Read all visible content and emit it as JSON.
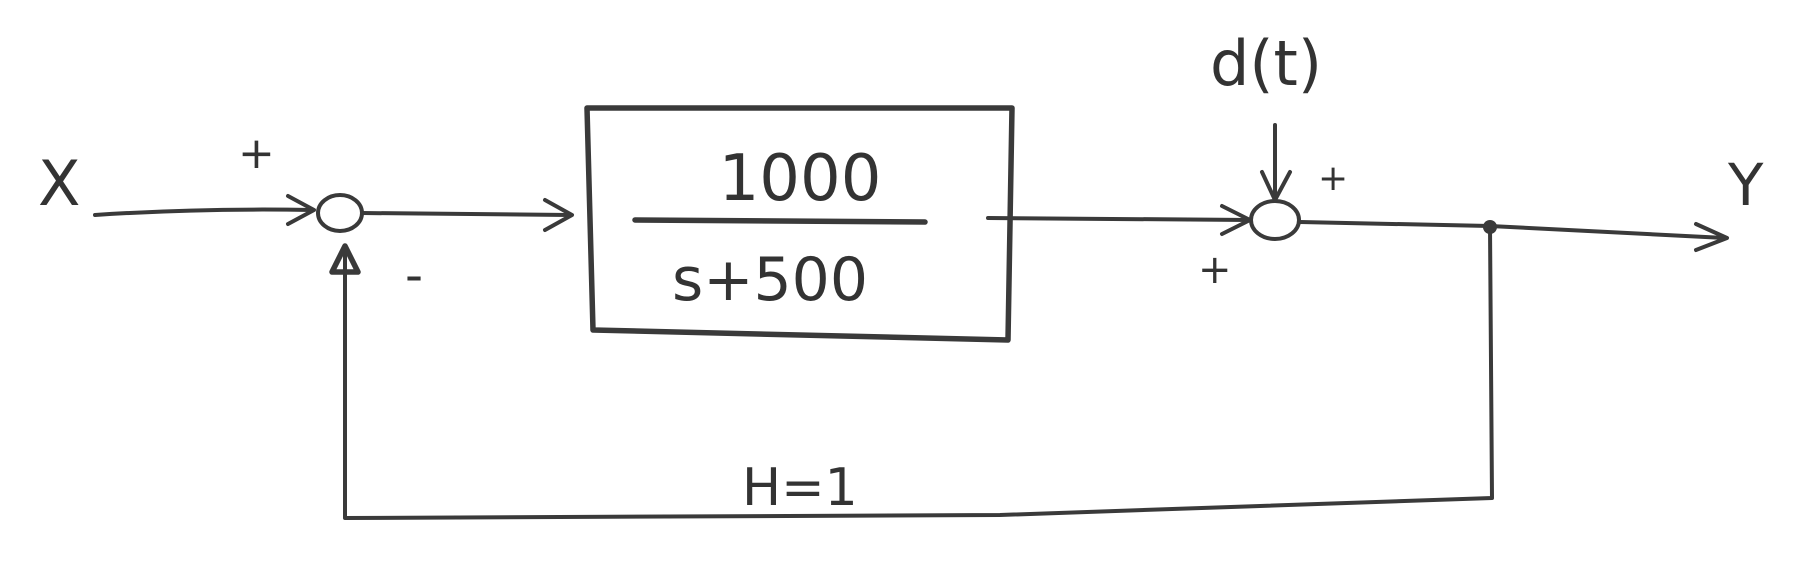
{
  "diagram": {
    "input_label": "X",
    "output_label": "Y",
    "disturbance_label": "d(t)",
    "feedback_label": "H=1",
    "block": {
      "numerator": "1000",
      "denominator": "s+500"
    },
    "summer1": {
      "plus_sign": "+",
      "minus_sign": "-"
    },
    "summer2": {
      "plus_top": "+",
      "plus_bottom": "+"
    }
  }
}
